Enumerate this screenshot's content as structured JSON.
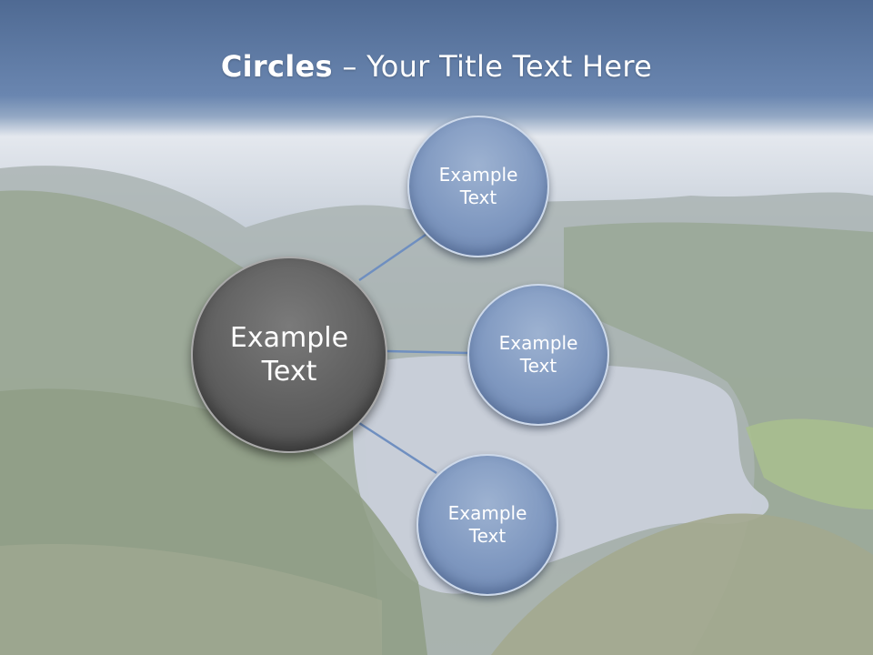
{
  "title": {
    "bold": "Circles",
    "rest": " – Your Title Text Here"
  },
  "diagram": {
    "center": {
      "label": "Example Text"
    },
    "nodes": [
      {
        "label": "Example Text"
      },
      {
        "label": "Example Text"
      },
      {
        "label": "Example Text"
      }
    ]
  },
  "colors": {
    "header_blue": "#5b75a0",
    "small_circle": "#7f98c0",
    "big_circle": "#5f5f5f",
    "connector": "#6f8fc0"
  }
}
